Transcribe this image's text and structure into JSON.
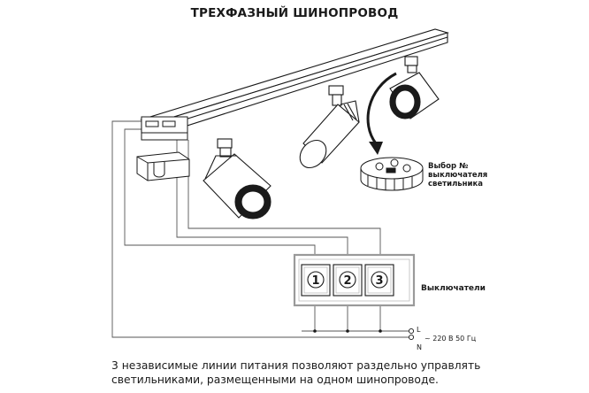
{
  "title": "ТРЕХФАЗНЫЙ ШИНОПРОВОД",
  "selector_label": [
    "Выбор №",
    "выключателя",
    "светильника"
  ],
  "switches_label": "Выключатели",
  "switch_numbers": [
    "1",
    "2",
    "3"
  ],
  "terminal_labels": {
    "line": "L",
    "neutral": "N",
    "voltage": "~ 220 В 50 Гц"
  },
  "caption": [
    "3 независимые линии питания позволяют раздельно управлять",
    "светильниками, размещенными на одном шинопроводе."
  ],
  "colors": {
    "line": "#1a1a1a",
    "wire": "#555555",
    "frame": "#9a9a9a",
    "arrow": "#1a1a1a"
  }
}
